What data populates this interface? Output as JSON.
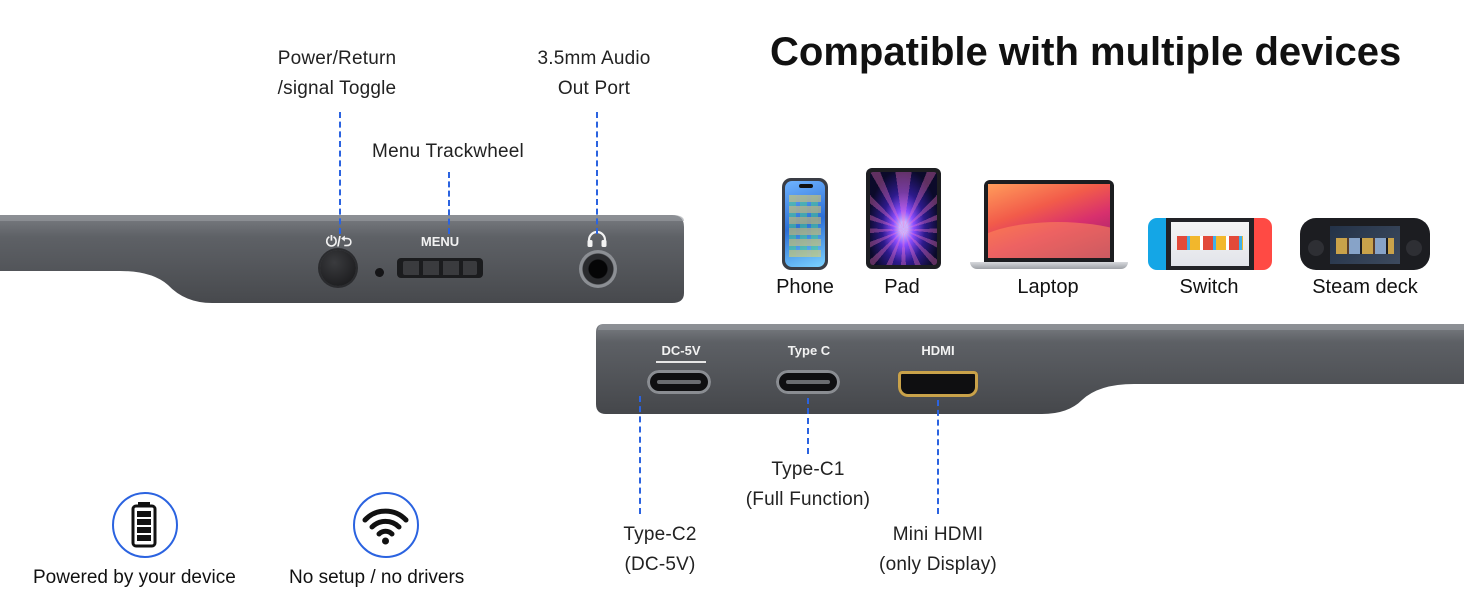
{
  "title": "Compatible with multiple devices",
  "top_callouts": {
    "power_line1": "Power/Return",
    "power_line2": "/signal Toggle",
    "menu": "Menu Trackwheel",
    "audio_line1": "3.5mm Audio",
    "audio_line2": "Out Port"
  },
  "top_panel": {
    "power_symbol": "⏻/⮌",
    "menu_label": "MENU"
  },
  "devices": [
    {
      "name": "Phone",
      "icon": "phone-icon"
    },
    {
      "name": "Pad",
      "icon": "tablet-icon"
    },
    {
      "name": "Laptop",
      "icon": "laptop-icon"
    },
    {
      "name": "Switch",
      "icon": "switch-console-icon"
    },
    {
      "name": "Steam deck",
      "icon": "steam-deck-icon"
    }
  ],
  "bottom_panel": {
    "port1": "DC-5V",
    "port2": "Type C",
    "port3": "HDMI"
  },
  "bottom_callouts": {
    "typec2_line1": "Type-C2",
    "typec2_line2": "(DC-5V)",
    "typec1_line1": "Type-C1",
    "typec1_line2": "(Full Function)",
    "hdmi_line1": "Mini HDMI",
    "hdmi_line2": "(only Display)"
  },
  "features": [
    {
      "text": "Powered by your device",
      "icon": "battery-icon"
    },
    {
      "text": "No setup / no drivers",
      "icon": "wifi-icon"
    }
  ],
  "colors": {
    "accent": "#2b63e0",
    "panel": "#5b5e63",
    "hdmi_gold": "#c9a24a"
  }
}
